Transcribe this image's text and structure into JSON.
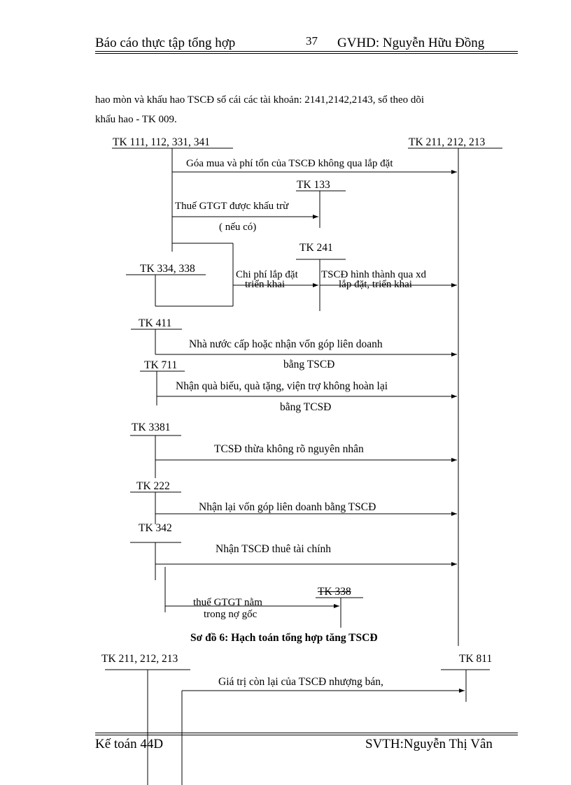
{
  "header": {
    "title": "Báo cáo thực tập tổng hợp",
    "page_number": "37",
    "supervisor": "GVHD: Nguyễn Hữu Đồng"
  },
  "intro": {
    "line1": "hao mòn và khấu hao TSCĐ sổ cái các tài khoản: 2141,2142,2143,  sổ theo dõi",
    "line2": "khấu hao - TK 009."
  },
  "diagram1": {
    "accounts": {
      "tk111": "TK 111, 112, 331, 341",
      "tk211": "TK 211, 212, 213",
      "tk133": "TK 133",
      "tk241": "TK 241",
      "tk334": "TK 334, 338",
      "tk411": "TK 411",
      "tk711": "TK 711",
      "tk3381": "TK 3381",
      "tk222": "TK 222",
      "tk342": "TK 342",
      "tk338": "TK 338"
    },
    "labels": {
      "purchase": "Góa mua và phí tổn của TSCĐ không qua lắp đặt",
      "vat_line1": "Thuế GTGT được khấu trừ",
      "vat_line2": "( nếu có)",
      "install_line1": "Chi phí lắp đặt",
      "install_line2": "triển khai",
      "formed_line1": "TSCĐ hình thành qua xd",
      "formed_line2": "lắp đặt, triển khai",
      "state_line1": "Nhà nước cấp hoặc nhận vốn góp liên  doanh",
      "state_line2": "bằng TSCĐ",
      "gift_line1": "Nhận quà biếu, quà tặng, viện trợ không hoàn lại",
      "gift_line2": "bằng TCSĐ",
      "surplus": "TCSĐ thừa không rõ nguyên nhân",
      "jv_return": "Nhận lại vốn góp liên  doanh bằng TSCĐ",
      "finance_lease": "Nhận TSCĐ thuê tài chính",
      "vat_debt_line1": "thuế GTGT nằm",
      "vat_debt_line2": "trong nợ gốc"
    },
    "caption": "Sơ đồ 6: Hạch toán tổng hợp tăng TSCĐ"
  },
  "diagram2": {
    "accounts": {
      "tk211": "TK 211, 212, 213",
      "tk811": "TK 811"
    },
    "labels": {
      "remaining": "Giá trị còn lại  của TSCĐ nhượng bán,"
    }
  },
  "footer": {
    "left": "Kế toán 44D",
    "right": "SVTH:Nguyễn  Thị Vân"
  }
}
